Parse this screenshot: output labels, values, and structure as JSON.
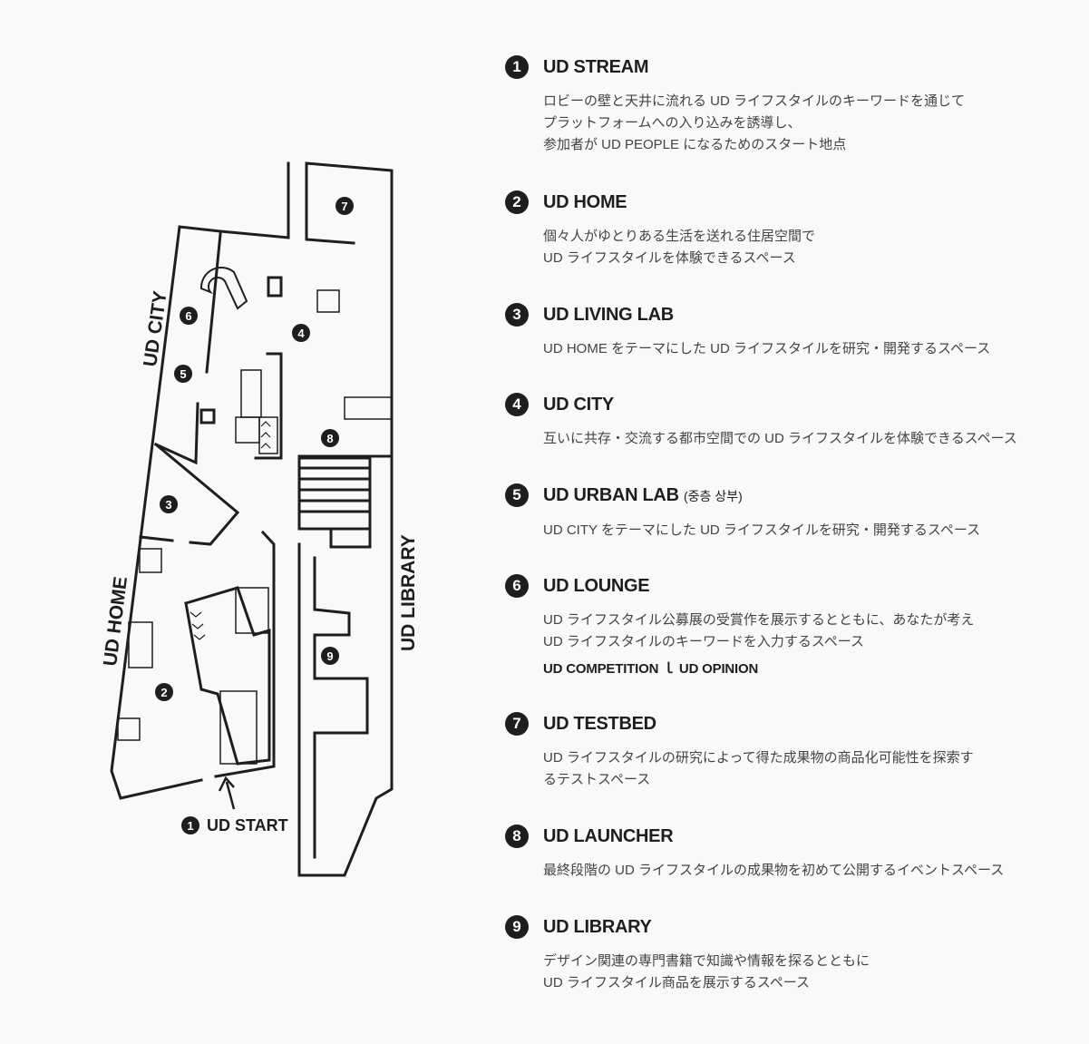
{
  "map": {
    "labels": {
      "city": "UD CITY",
      "home": "UD HOME",
      "library": "UD LIBRARY",
      "start": "UD START"
    },
    "markers": [
      "1",
      "2",
      "3",
      "4",
      "5",
      "6",
      "7",
      "8",
      "9"
    ]
  },
  "legend": [
    {
      "num": "1",
      "title": "UD STREAM",
      "suffix": "",
      "lines": [
        "ロビーの壁と天井に流れる UD ライフスタイルのキーワードを通じて",
        "プラットフォームへの入り込みを誘導し、",
        "参加者が UD PEOPLE になるためのスタート地点"
      ],
      "extra": ""
    },
    {
      "num": "2",
      "title": "UD HOME",
      "suffix": "",
      "lines": [
        "個々人がゆとりある生活を送れる住居空間で",
        "UD ライフスタイルを体験できるスペース"
      ],
      "extra": ""
    },
    {
      "num": "3",
      "title": "UD LIVING LAB",
      "suffix": "",
      "lines": [
        "UD HOME をテーマにした UD ライフスタイルを研究・開発するスペース"
      ],
      "extra": ""
    },
    {
      "num": "4",
      "title": "UD CITY",
      "suffix": "",
      "lines": [
        "互いに共存・交流する都市空間での UD ライフスタイルを体験できるスペース"
      ],
      "extra": ""
    },
    {
      "num": "5",
      "title": "UD URBAN LAB",
      "suffix": "(중층 상부)",
      "lines": [
        "UD CITY をテーマにした UD ライフスタイルを研究・開発するスペース"
      ],
      "extra": ""
    },
    {
      "num": "6",
      "title": "UD LOUNGE",
      "suffix": "",
      "lines": [
        "UD ライフスタイル公募展の受賞作を展示するとともに、あなたが考え",
        "UD ライフスタイルのキーワードを入力するスペース"
      ],
      "extra": "UD COMPETITION ｌ UD OPINION"
    },
    {
      "num": "7",
      "title": "UD TESTBED",
      "suffix": "",
      "lines": [
        "UD ライフスタイルの研究によって得た成果物の商品化可能性を探索す",
        "るテストスペース"
      ],
      "extra": ""
    },
    {
      "num": "8",
      "title": "UD LAUNCHER",
      "suffix": "",
      "lines": [
        "最終段階の UD ライフスタイルの成果物を初めて公開するイベントスペース"
      ],
      "extra": ""
    },
    {
      "num": "9",
      "title": "UD LIBRARY",
      "suffix": "",
      "lines": [
        "デザイン関連の専門書籍で知識や情報を探るとともに",
        "UD ライフスタイル商品を展示するスペース"
      ],
      "extra": ""
    }
  ]
}
